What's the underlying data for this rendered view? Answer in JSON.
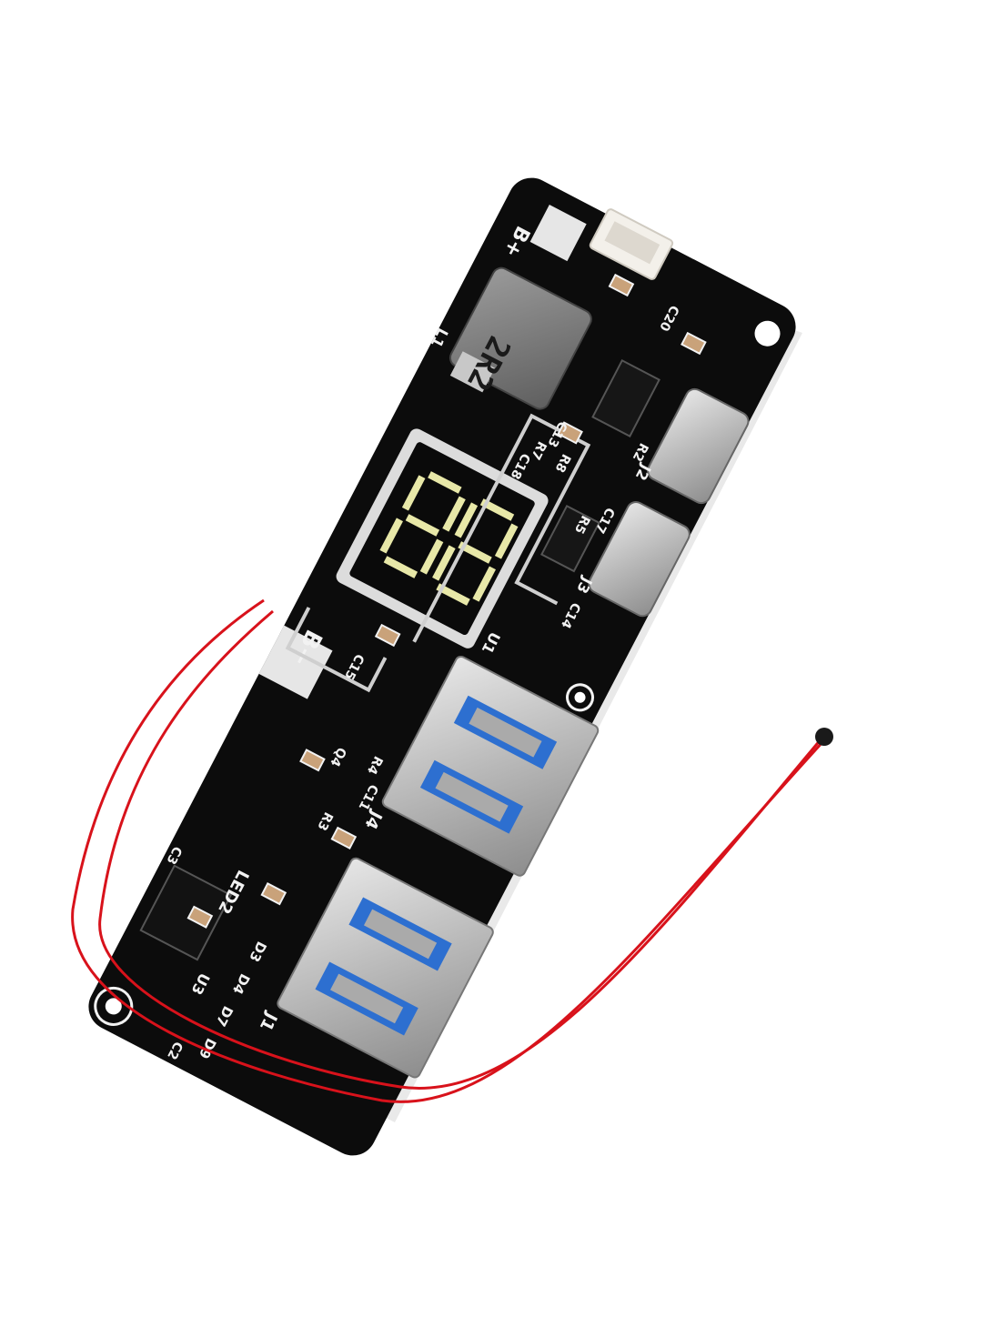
{
  "photo": {
    "subject": "power bank charging module",
    "board_color": "#0c0c0c",
    "silkscreen_color": "#f2f2f2",
    "display_color": "#e8e8a8",
    "wire_color": "#d8121b",
    "port_insert_color": "#2d6fd0",
    "labels": {
      "b_plus": "B+",
      "b_minus": "B−",
      "inductor": "2R2",
      "inductor_ref": "L1",
      "led": "LED2",
      "u3": "U3",
      "u1": "U1",
      "j1": "J1",
      "j2": "J2",
      "j3": "J3",
      "j4": "J4",
      "d3": "D3",
      "d4": "D4",
      "d7": "D7",
      "d9": "D9",
      "c2": "C2",
      "c3": "C3",
      "c11": "C11",
      "c13": "C13",
      "c14": "C14",
      "c15": "C15",
      "c17": "C17",
      "c18": "C18",
      "c20": "C20",
      "r2": "R2",
      "r3": "R3",
      "r4": "R4",
      "r5": "R5",
      "r7": "R7",
      "r8": "R8",
      "q4": "Q4"
    }
  }
}
